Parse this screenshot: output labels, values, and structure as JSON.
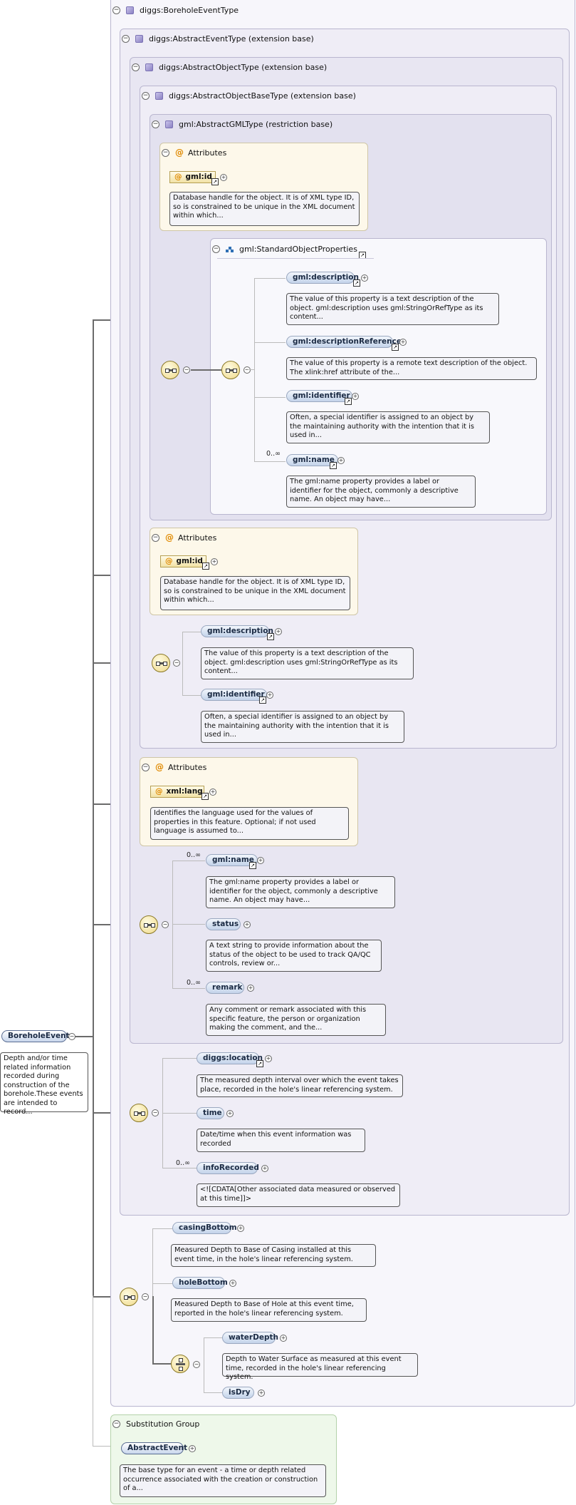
{
  "root_element": {
    "name": "BoreholeEvent",
    "description": "Depth and/or time related information recorded during construction of the borehole.These events are intended to record..."
  },
  "types": {
    "borehole_event_type": "diggs:BoreholeEventType",
    "abstract_event_type": "diggs:AbstractEventType (extension base)",
    "abstract_object_type": "diggs:AbstractObjectType (extension base)",
    "abstract_object_base_type": "diggs:AbstractObjectBaseType (extension base)",
    "abstract_gml_type": "gml:AbstractGMLType (restriction base)"
  },
  "labels": {
    "attributes": "Attributes",
    "substitution_group": "Substitution Group",
    "standard_object_properties": "gml:StandardObjectProperties",
    "multiplicity": "0..∞"
  },
  "attributes": {
    "gml_id": {
      "name": "gml:id",
      "description": "Database handle for the object. It is of XML type ID, so is constrained to be unique in the XML document within which..."
    },
    "xml_lang": {
      "name": "xml:lang",
      "description": "Identifies the language used for the values of properties in this feature. Optional; if not used language is assumed to..."
    }
  },
  "elements": {
    "gml_description": {
      "name": "gml:description",
      "description": "The value of this property is a text description of the object. gml:description uses gml:StringOrRefType as its content..."
    },
    "gml_description_reference": {
      "name": "gml:descriptionReference",
      "description": "The value of this property is a remote text description of the object. The xlink:href attribute of the..."
    },
    "gml_identifier": {
      "name": "gml:identifier",
      "description": "Often, a special identifier is assigned to an object by the maintaining authority with the intention that it is used in..."
    },
    "gml_name": {
      "name": "gml:name",
      "description": "The gml:name property provides a label or identifier for the object, commonly a descriptive name. An object may have..."
    },
    "status": {
      "name": "status",
      "description": "A text string to provide information about the status of the object to be used to track QA/QC controls, review or..."
    },
    "remark": {
      "name": "remark",
      "description": "Any comment or remark associated with this specific feature, the person or organization making the comment, and the..."
    },
    "diggs_location": {
      "name": "diggs:location",
      "description": "The measured depth interval over which the event takes place, recorded in the hole's linear referencing system."
    },
    "time": {
      "name": "time",
      "description": "Date/time when this event information was recorded"
    },
    "info_recorded": {
      "name": "infoRecorded",
      "description": "<![CDATA[Other associated data measured or observed at this time]]>"
    },
    "casing_bottom": {
      "name": "casingBottom",
      "description": "Measured Depth to Base of Casing installed at this event time, in the hole's linear referencing system."
    },
    "hole_bottom": {
      "name": "holeBottom",
      "description": "Measured Depth to Base of Hole at this event time, reported in the hole's linear referencing system."
    },
    "water_depth": {
      "name": "waterDepth",
      "description": "Depth to Water Surface as measured at this event time, recorded in the hole's linear referencing system."
    },
    "is_dry": {
      "name": "isDry"
    },
    "abstract_event": {
      "name": "AbstractEvent",
      "description": "The base type for an event - a time or depth related occurrence associated with the creation or construction of a..."
    }
  },
  "colors": {
    "element_fill": "#c3d3ea",
    "attribute_fill": "#f2e2a6",
    "compositor_fill": "#efd98a",
    "substitution_fill": "#eef8ea"
  }
}
